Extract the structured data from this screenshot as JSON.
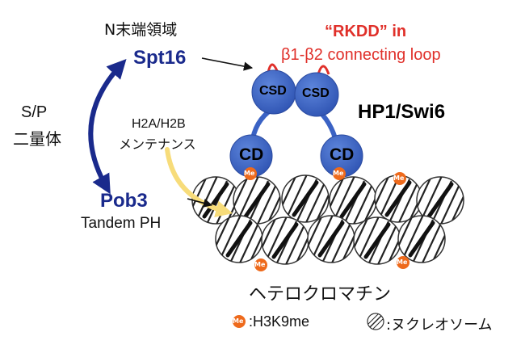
{
  "labels": {
    "n_terminal": "N末端領域",
    "spt16": "Spt16",
    "rkdd_quote": "“RKDD” in",
    "rkdd_loop": "β1-β2 connecting loop",
    "csd_left": "CSD",
    "csd_right": "CSD",
    "hp1": "HP1/Swi6",
    "cd_left": "CD",
    "cd_right": "CD",
    "sp": "S/P",
    "dimer": "二量体",
    "h2a": "H2A/H2B",
    "maintenance": "メンテナンス",
    "pob3": "Pob3",
    "tandem": "Tandem PH",
    "heterochromatin": "ヘテロクロマチン",
    "me": "Me",
    "legend_h3k9me": ":H3K9me",
    "legend_nucleosome": ":ヌクレオソーム"
  },
  "colors": {
    "navy": "#1a2a8c",
    "domain_blue": "#3a62c4",
    "red": "#e0302a",
    "yellow_arrow": "#f7dc7a",
    "me_orange": "#ee6a1c"
  }
}
